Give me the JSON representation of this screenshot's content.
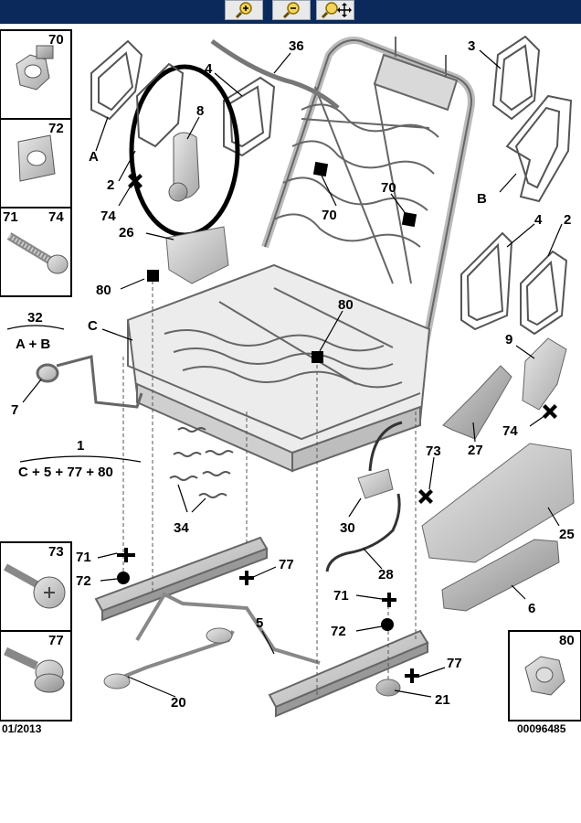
{
  "toolbar": {
    "buttons": [
      {
        "name": "zoom-in",
        "icon": "magnifier-plus-icon"
      },
      {
        "name": "zoom-out",
        "icon": "magnifier-minus-icon"
      },
      {
        "name": "pan",
        "icon": "magnifier-move-icon"
      }
    ],
    "bar_color": "#0b2a5b"
  },
  "side_parts_left": [
    {
      "label_left": "",
      "label_right": "70"
    },
    {
      "label_left": "",
      "label_right": "72"
    },
    {
      "label_left": "71",
      "label_right": "74"
    }
  ],
  "side_parts_left_lower": [
    {
      "label": "73"
    },
    {
      "label": "77"
    }
  ],
  "side_part_right": {
    "label": "80"
  },
  "footer": {
    "date": "01/2013",
    "reference": "00096485"
  },
  "callouts": {
    "n36": "36",
    "n3": "3",
    "n4a": "4",
    "n8": "8",
    "n70a": "70",
    "n70b": "70",
    "n_A": "A",
    "n2a": "2",
    "n74a": "74",
    "n_B": "B",
    "n4b": "4",
    "n2b": "2",
    "n26": "26",
    "n80a": "80",
    "n80b": "80",
    "n32": "32",
    "n_AB": "A + B",
    "n_C": "C",
    "n7": "7",
    "n9": "9",
    "n74b": "74",
    "n27": "27",
    "n1": "1",
    "n_C577": "C + 5 + 77 + 80",
    "n73": "73",
    "n25": "25",
    "n34": "34",
    "n30": "30",
    "n71a": "71",
    "n72a": "72",
    "n77a": "77",
    "n28": "28",
    "n6": "6",
    "n5": "5",
    "n71b": "71",
    "n72b": "72",
    "n77b": "77",
    "n20": "20",
    "n21": "21"
  }
}
